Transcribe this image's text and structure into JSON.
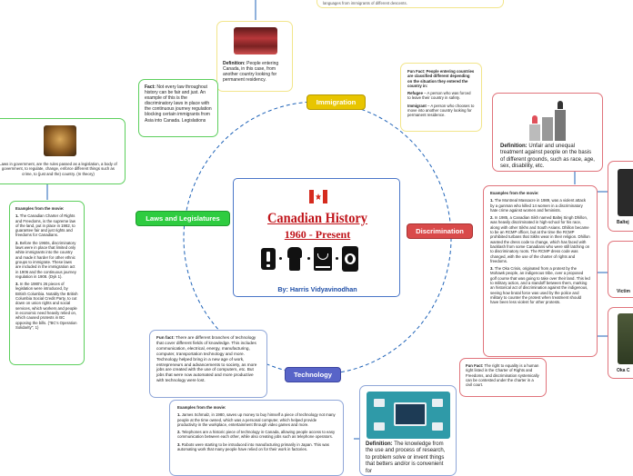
{
  "center": {
    "title": "Canadian History",
    "subtitle": "1960 - Present",
    "author": "By: Harris Vidyavinodhan",
    "icon_names": [
      "exclamation-icon",
      "fist-icon",
      "law-book-icon",
      "globe-phone-icon"
    ]
  },
  "branches": {
    "immigration": "Immigration",
    "laws": "Laws and Legislatures",
    "discrimination": "Discrimination",
    "technology": "Technology"
  },
  "top_fragment": "languages from immigrants of different descents.",
  "immigration_definition": {
    "label": "Definition:",
    "text": " People entering Canada, in this case, from another country looking for permanent residency."
  },
  "immigration_fact": {
    "label": "Fact:",
    "text": " Not every law throughout history can be fair and just. An example of this is the discriminatory laws in place with the continuous journey regulation blocking certain immigrants from Asia into Canada. Legislations"
  },
  "fun_fact_immigration": {
    "label": "Fun Fact:",
    "text": " People entering countries are classified different depending on the situation they entered the country in:",
    "refugee_label": "Refugee",
    "refugee_text": " – A person who was forced to leave their country in safety.",
    "immigrant_label": "Immigrant",
    "immigrant_text": " – A person who chooses to move into another country looking for permanent residence."
  },
  "laws_definition": "Laws in government, are the rules passed as a legislation, a body of government, to regulate, change, enforce different things such as crime, to (just and the) country. (In theory)",
  "laws_examples": {
    "title": "Examples from the movie:",
    "items": [
      {
        "n": "1.",
        "text": " The Canadian Charter of Rights and Freedoms, is the supreme law of the land, put in place in 1982, to guarantee fair and just rights and freedoms for Canadians."
      },
      {
        "n": "2.",
        "text": " Before the 1960s, discriminatory laws were in place that limited only white immigrants into the country and made it harder for other ethnic groups to immigrate. These laws are included in the immigration act in 1906 and the continuous journey regulation in 1908. (Dyk 1)."
      },
      {
        "n": "3.",
        "text": " In the 1980's 26 pieces of legislation were introduced, by British Columbia. Notably the British Columbia Social Credit Party, to cut down on union rights and social services, which workers and people in economic need heavily relied on, which caused protests in BC opposing the bills. (\"BC's Operation Solidarity\"; 1)"
      }
    ]
  },
  "discrimination_definition": {
    "label": "Definition:",
    "text": " Unfair and unequal treatment against people on the basis of different grounds, such as race, age, sex, disability, etc."
  },
  "discrimination_examples": {
    "title": "Examples from the movie:",
    "items": [
      {
        "n": "1.",
        "text": " The Montreal Massacre in 1989, was a violent attack by a gunman who killed 14 women in a discriminatory hate crime against women and feminists."
      },
      {
        "n": "2.",
        "text": " In 1985, a Canadian Sikh named Baltej Singh Dhillon, was heavily discriminated in high-school for his race, along with other Sikhs and South Asians. Dhillon became to be an RCMP officer, but at the time the RCMP prohibited turbans that Sikhs wear in their religion. Dhillon wanted the dress code to change, which has faced with backlash from some Canadians who were still latching on to discriminatory roots. The RCMP dress code was changed, with the use of the charter of rights and freedoms."
      },
      {
        "n": "3.",
        "text": " The Oka Crisis, originated from a protest by the Mohawk people, an indigenous tribe, over a proposed golf course that was going to take over their land. This led to military action, and a standoff between them, marking an historical act of discrimination against the indigenous, seeing how brutal force was used by the police and military to counter the protest when treatment should have been less violent for other protests."
      }
    ]
  },
  "discrimination_fun_fact": {
    "label": "Fun Fact:",
    "text": " The right to equality is a human right listed in the Charter of Rights and Freedoms, and discrimination systemically can be contested under the charter in a civil court."
  },
  "side_labels": [
    "Baltej",
    "Victim",
    "Oka C"
  ],
  "technology_fun_fact": {
    "label": "Fun fact:",
    "text": " There are different branches of technology that cover different fields of knowledge. This includes communication, electrical, energy, manufacturing, computer, transportation technology and more. Technology helped bring in a new age of work, entrepreneurs and advancements to society, as more jobs are created with the use of computers, etc. But jobs that were now automated and more productive with technology were lost."
  },
  "technology_examples": {
    "title": "Examples from the movie:",
    "items": [
      {
        "n": "1.",
        "text": " James Schmalz, in 1980, saves up money to buy himself a piece of technology not many people at the time owned, which was a personal computer, which helped provide productivity in the workplace, entertainment through video games and more."
      },
      {
        "n": "2.",
        "text": " Telephones are a historic piece of technology in Canada, allowing people access to easy communication between each other, while also creating jobs such as telephone operators."
      },
      {
        "n": "3.",
        "text": " Robots were starting to be introduced into manufacturing primarily in Japan. This was automating work that many people have relied on for their work in factories."
      }
    ]
  },
  "technology_definition": {
    "label": "Definition:",
    "text": " The knowledge from the use and process of research, to problem solve or invent things that betters and/or is convenient for"
  },
  "colors": {
    "green": "#2ecc40",
    "yellow": "#e8c500",
    "red": "#d94a4a",
    "blue": "#5864c8",
    "title_red": "#c0151b"
  }
}
